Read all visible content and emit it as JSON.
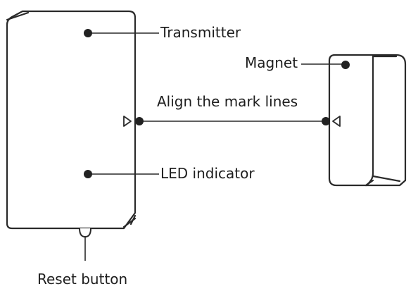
{
  "labels": {
    "transmitter": "Transmitter",
    "magnet": "Magnet",
    "align": "Align the mark lines",
    "led": "LED indicator",
    "reset": "Reset button"
  },
  "colors": {
    "outline": "#2a2a2a",
    "text": "#1e1e1e",
    "fill": "#ffffff",
    "dot": "#222222"
  }
}
